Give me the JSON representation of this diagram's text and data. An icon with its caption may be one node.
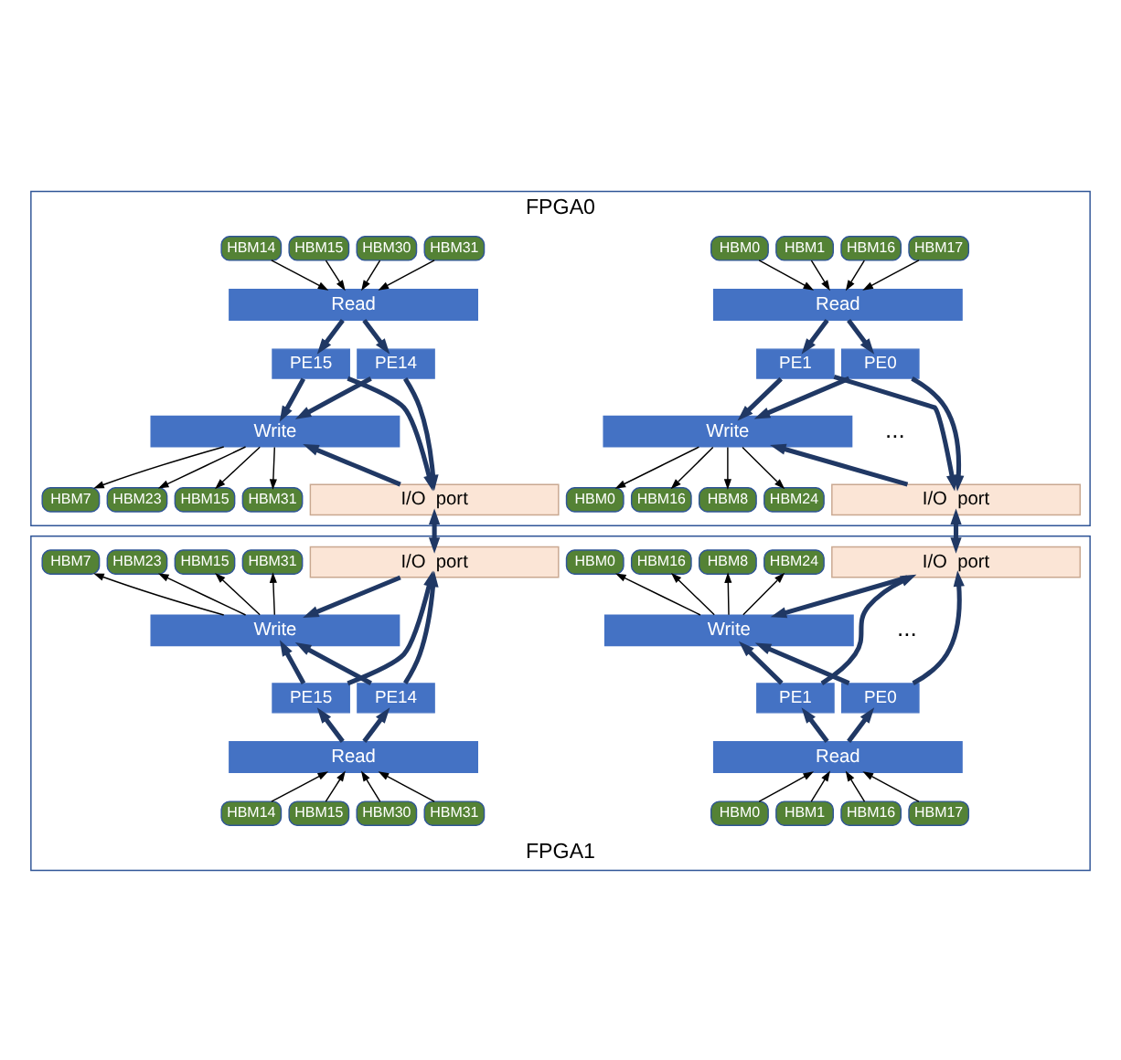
{
  "diagram": {
    "nodes": [
      {
        "text": [
          "FPGA0"
        ]
      },
      {
        "text": [
          "HBM0"
        ],
        "in": 0
      },
      {
        "text": [
          "HBM1"
        ],
        "in": 0
      },
      {
        "text": [
          "HBM16"
        ],
        "in": 0
      },
      {
        "text": [
          "HBM17"
        ],
        "in": 0
      },
      {
        "text": [
          "Read"
        ],
        "in": 0
      },
      {
        "text": [
          "PE0"
        ],
        "in": 0
      },
      {
        "text": [
          "PE1"
        ],
        "in": 0
      },
      {
        "text": [
          "Write"
        ],
        "in": 0
      },
      {
        "text": [
          "HBM0"
        ],
        "in": 0
      },
      {
        "text": [
          "HBM16"
        ],
        "in": 0
      },
      {
        "text": [
          "HBM8"
        ],
        "in": 0
      },
      {
        "text": [
          "HBM24"
        ],
        "in": 0
      },
      {
        "text": [
          "I/O  port"
        ],
        "in": 0
      },
      {
        "text": [
          "HBM14"
        ],
        "in": 0
      },
      {
        "text": [
          "HBM15"
        ],
        "in": 0
      },
      {
        "text": [
          "HBM30"
        ],
        "in": 0
      },
      {
        "text": [
          "HBM31"
        ],
        "in": 0
      },
      {
        "text": [
          "Read"
        ],
        "in": 0
      },
      {
        "text": [
          "PE14"
        ],
        "in": 0
      },
      {
        "text": [
          "PE15"
        ],
        "in": 0
      },
      {
        "text": [
          "Write"
        ],
        "in": 0
      },
      {
        "text": [
          "HBM7"
        ],
        "in": 0
      },
      {
        "text": [
          "HBM23"
        ],
        "in": 0
      },
      {
        "text": [
          "HBM15"
        ],
        "in": 0
      },
      {
        "text": [
          "HBM31"
        ],
        "in": 0
      },
      {
        "text": [
          "I/O  port"
        ],
        "in": 0
      },
      {
        "text": [
          "FPGA1"
        ]
      },
      {
        "text": [
          "I/O  port"
        ],
        "in": 27
      },
      {
        "text": [
          "HBM0"
        ],
        "in": 27
      },
      {
        "text": [
          "HBM16"
        ],
        "in": 27
      },
      {
        "text": [
          "HBM8"
        ],
        "in": 27
      },
      {
        "text": [
          "HBM24"
        ],
        "in": 27
      },
      {
        "text": [
          "Write"
        ],
        "in": 27
      },
      {
        "text": [
          "PE0"
        ],
        "in": 27
      },
      {
        "text": [
          "PE1"
        ],
        "in": 27
      },
      {
        "text": [
          "Read"
        ],
        "in": 27
      },
      {
        "text": [
          "HBM0"
        ],
        "in": 27
      },
      {
        "text": [
          "HBM1"
        ],
        "in": 27
      },
      {
        "text": [
          "HBM16"
        ],
        "in": 27
      },
      {
        "text": [
          "HBM17"
        ],
        "in": 27
      },
      {
        "text": [
          "I/O  port"
        ],
        "in": 27
      },
      {
        "text": [
          "HBM7"
        ],
        "in": 27
      },
      {
        "text": [
          "HBM23"
        ],
        "in": 27
      },
      {
        "text": [
          "HBM15"
        ],
        "in": 27
      },
      {
        "text": [
          "HBM31"
        ],
        "in": 27
      },
      {
        "text": [
          "Write"
        ],
        "in": 27
      },
      {
        "text": [
          "PE14"
        ],
        "in": 27
      },
      {
        "text": [
          "PE15"
        ],
        "in": 27
      },
      {
        "text": [
          "Read"
        ],
        "in": 27
      },
      {
        "text": [
          "HBM14"
        ],
        "in": 27
      },
      {
        "text": [
          "HBM15"
        ],
        "in": 27
      },
      {
        "text": [
          "HBM30"
        ],
        "in": 27
      },
      {
        "text": [
          "HBM31"
        ],
        "in": 27
      }
    ],
    "edges": [
      {
        "from": 1,
        "to": 5,
        "arrow": "to"
      },
      {
        "from": 2,
        "to": 5,
        "arrow": "to"
      },
      {
        "from": 3,
        "to": 5,
        "arrow": "to"
      },
      {
        "from": 4,
        "to": 5,
        "arrow": "to"
      },
      {
        "from": 5,
        "to": 6,
        "arrow": "to",
        "style": "thick",
        "color": "#203864"
      },
      {
        "from": 5,
        "to": 7,
        "arrow": "to",
        "style": "thick",
        "color": "#203864"
      },
      {
        "from": 6,
        "to": 8,
        "arrow": "to",
        "style": "thick",
        "color": "#203864"
      },
      {
        "from": 7,
        "to": 8,
        "arrow": "to",
        "style": "thick",
        "color": "#203864"
      },
      {
        "from": 8,
        "to": 9,
        "arrow": "to"
      },
      {
        "from": 8,
        "to": 10,
        "arrow": "to"
      },
      {
        "from": 8,
        "to": 11,
        "arrow": "to"
      },
      {
        "from": 8,
        "to": 12,
        "arrow": "to"
      },
      {
        "from": 6,
        "to": 13,
        "arrow": "to",
        "style": "thick",
        "color": "#203864"
      },
      {
        "from": 7,
        "to": 13,
        "arrow": "to",
        "style": "thick",
        "color": "#203864"
      },
      {
        "from": 13,
        "to": 8,
        "arrow": "to",
        "style": "thick",
        "color": "#203864"
      },
      {
        "from": 14,
        "to": 18,
        "arrow": "to"
      },
      {
        "from": 15,
        "to": 18,
        "arrow": "to"
      },
      {
        "from": 16,
        "to": 18,
        "arrow": "to"
      },
      {
        "from": 17,
        "to": 18,
        "arrow": "to"
      },
      {
        "from": 18,
        "to": 19,
        "arrow": "to",
        "style": "thick",
        "color": "#203864"
      },
      {
        "from": 18,
        "to": 20,
        "arrow": "to",
        "style": "thick",
        "color": "#203864"
      },
      {
        "from": 19,
        "to": 21,
        "arrow": "to",
        "style": "thick",
        "color": "#203864"
      },
      {
        "from": 20,
        "to": 21,
        "arrow": "to",
        "style": "thick",
        "color": "#203864"
      },
      {
        "from": 21,
        "to": 22,
        "arrow": "to"
      },
      {
        "from": 21,
        "to": 23,
        "arrow": "to"
      },
      {
        "from": 21,
        "to": 24,
        "arrow": "to"
      },
      {
        "from": 21,
        "to": 25,
        "arrow": "to"
      },
      {
        "from": 19,
        "to": 26,
        "arrow": "to",
        "style": "thick",
        "color": "#203864"
      },
      {
        "from": 20,
        "to": 26,
        "arrow": "to",
        "style": "thick",
        "color": "#203864"
      },
      {
        "from": 26,
        "to": 21,
        "arrow": "to",
        "style": "thick",
        "color": "#203864"
      },
      {
        "from": 13,
        "to": 28,
        "arrow": "both",
        "style": "thick",
        "color": "#203864"
      },
      {
        "from": 26,
        "to": 41,
        "arrow": "both",
        "style": "thick",
        "color": "#203864"
      },
      {
        "from": 37,
        "to": 36,
        "arrow": "to"
      },
      {
        "from": 38,
        "to": 36,
        "arrow": "to"
      },
      {
        "from": 39,
        "to": 36,
        "arrow": "to"
      },
      {
        "from": 40,
        "to": 36,
        "arrow": "to"
      },
      {
        "from": 36,
        "to": 34,
        "arrow": "to",
        "style": "thick",
        "color": "#203864"
      },
      {
        "from": 36,
        "to": 35,
        "arrow": "to",
        "style": "thick",
        "color": "#203864"
      },
      {
        "from": 34,
        "to": 33,
        "arrow": "to",
        "style": "thick",
        "color": "#203864"
      },
      {
        "from": 35,
        "to": 33,
        "arrow": "to",
        "style": "thick",
        "color": "#203864"
      },
      {
        "from": 33,
        "to": 29,
        "arrow": "to"
      },
      {
        "from": 33,
        "to": 30,
        "arrow": "to"
      },
      {
        "from": 33,
        "to": 31,
        "arrow": "to"
      },
      {
        "from": 33,
        "to": 32,
        "arrow": "to"
      },
      {
        "from": 34,
        "to": 28,
        "arrow": "to",
        "style": "thick",
        "color": "#203864"
      },
      {
        "from": 35,
        "to": 28,
        "arrow": "to",
        "style": "thick",
        "color": "#203864"
      },
      {
        "from": 28,
        "to": 33,
        "arrow": "to",
        "style": "thick",
        "color": "#203864"
      },
      {
        "from": 50,
        "to": 49,
        "arrow": "to"
      },
      {
        "from": 51,
        "to": 49,
        "arrow": "to"
      },
      {
        "from": 52,
        "to": 49,
        "arrow": "to"
      },
      {
        "from": 53,
        "to": 49,
        "arrow": "to"
      },
      {
        "from": 49,
        "to": 47,
        "arrow": "to",
        "style": "thick",
        "color": "#203864"
      },
      {
        "from": 49,
        "to": 48,
        "arrow": "to",
        "style": "thick",
        "color": "#203864"
      },
      {
        "from": 47,
        "to": 46,
        "arrow": "to",
        "style": "thick",
        "color": "#203864"
      },
      {
        "from": 48,
        "to": 46,
        "arrow": "to",
        "style": "thick",
        "color": "#203864"
      },
      {
        "from": 46,
        "to": 42,
        "arrow": "to"
      },
      {
        "from": 46,
        "to": 43,
        "arrow": "to"
      },
      {
        "from": 46,
        "to": 44,
        "arrow": "to"
      },
      {
        "from": 46,
        "to": 45,
        "arrow": "to"
      },
      {
        "from": 47,
        "to": 41,
        "arrow": "to",
        "style": "thick",
        "color": "#203864"
      },
      {
        "from": 48,
        "to": 41,
        "arrow": "to",
        "style": "thick",
        "color": "#203864"
      },
      {
        "from": 41,
        "to": 46,
        "arrow": "to",
        "style": "thick",
        "color": "#203864"
      }
    ],
    "labels": [
      "...",
      "..."
    ]
  }
}
